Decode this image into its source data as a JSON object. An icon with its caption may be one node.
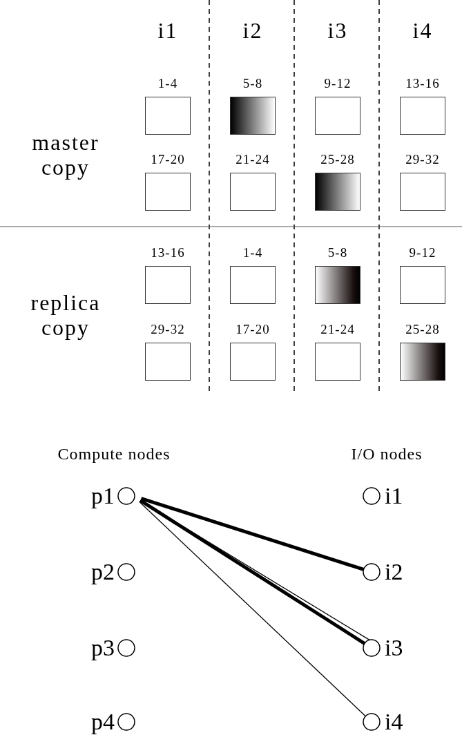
{
  "diagram": {
    "nodes": [
      {
        "text": [
          "1-4"
        ]
      },
      {
        "text": [
          "5-8"
        ]
      },
      {
        "text": [
          "9-12"
        ]
      },
      {
        "text": [
          "13-16"
        ]
      },
      {
        "text": [
          "17-20"
        ]
      },
      {
        "text": [
          "21-24"
        ]
      },
      {
        "text": [
          "25-28"
        ]
      },
      {
        "text": [
          "29-32"
        ]
      },
      {
        "text": [
          "13-16"
        ]
      },
      {
        "text": [
          "1-4"
        ]
      },
      {
        "text": [
          "5-8"
        ]
      },
      {
        "text": [
          "9-12"
        ]
      },
      {
        "text": [
          "29-32"
        ]
      },
      {
        "text": [
          "17-20"
        ]
      },
      {
        "text": [
          "21-24"
        ]
      },
      {
        "text": [
          "25-28"
        ]
      },
      {
        "text": [
          "p1"
        ]
      },
      {
        "text": [
          "i1"
        ]
      },
      {
        "text": [
          "p2"
        ]
      },
      {
        "text": [
          "i2"
        ]
      },
      {
        "text": [
          "p3"
        ]
      },
      {
        "text": [
          "i3"
        ]
      },
      {
        "text": [
          "p4"
        ]
      },
      {
        "text": [
          "i4"
        ]
      }
    ],
    "edges": [
      {
        "from": 16,
        "to": 19,
        "arrow": "none",
        "style": "thick"
      },
      {
        "from": 16,
        "to": 21,
        "arrow": "none",
        "style": "thick"
      },
      {
        "from": 16,
        "to": 21,
        "arrow": "none"
      },
      {
        "from": 16,
        "to": 23,
        "arrow": "none"
      }
    ],
    "labels": [
      "i1",
      "i2",
      "i3",
      "i4",
      "master copy",
      "replica copy",
      "Compute nodes",
      "I/O nodes"
    ]
  }
}
